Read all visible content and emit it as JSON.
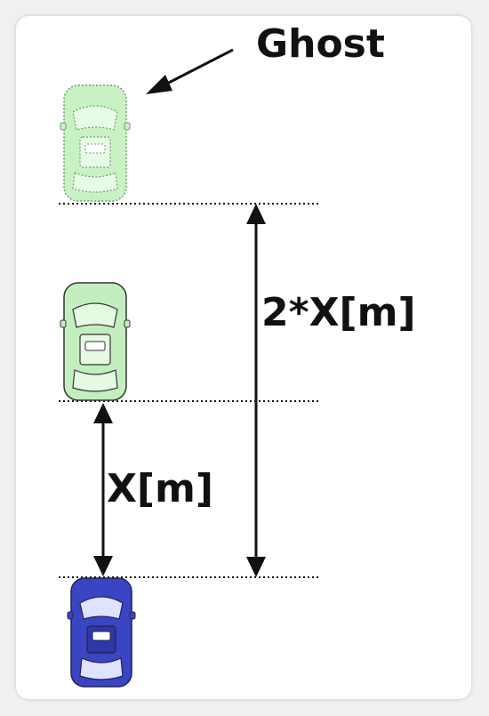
{
  "labels": {
    "ghost": "Ghost",
    "double_distance": "2*X[m]",
    "single_distance": "X[m]"
  },
  "colors": {
    "ghost_car": "#c9f2c4",
    "ghost_outline": "#6f9a6f",
    "lead_car": "#c3efbf",
    "lead_outline": "#333333",
    "ego_car": "#3a45c4",
    "ego_outline": "#222255",
    "lines": "#111111"
  }
}
